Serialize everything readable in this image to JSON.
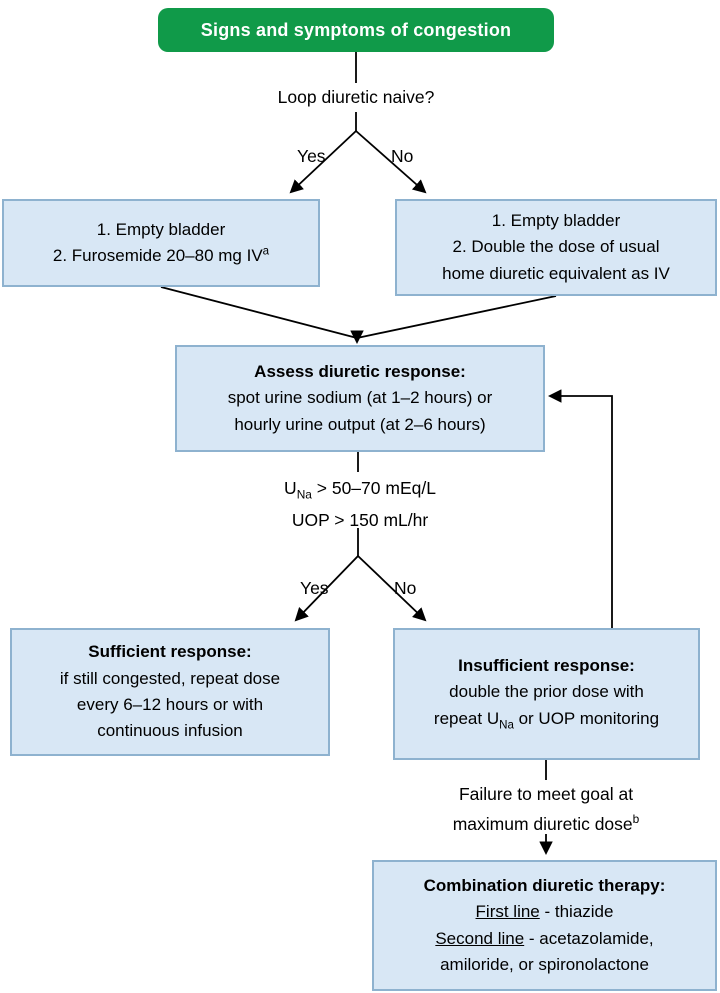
{
  "colors": {
    "green": "#109a49",
    "boxFill": "#d8e7f5",
    "boxBorder": "#8eb2cf",
    "line": "#000000"
  },
  "nodes": {
    "congestion": {
      "label": "Signs and symptoms of congestion"
    },
    "question_naive": {
      "label": "Loop diuretic naive?"
    },
    "branch_naive": {
      "yes": "Yes",
      "no": "No"
    },
    "naive_yes_box": {
      "line1": "1. Empty bladder",
      "line2": "2. Furosemide 20–80 mg IV",
      "line2_sup": "a"
    },
    "naive_no_box": {
      "line1": "1. Empty bladder",
      "line2": "2. Double the dose of usual",
      "line3": "home diuretic equivalent as IV"
    },
    "assess_box": {
      "title": "Assess diuretic response:",
      "line2": "spot urine sodium (at 1–2 hours) or",
      "line3": "hourly urine output (at 2–6 hours)"
    },
    "criteria": {
      "u": "U",
      "u_sub": "Na",
      "u_rest": " > 50–70 mEq/L",
      "line2": "UOP > 150 mL/hr"
    },
    "branch_response": {
      "yes": "Yes",
      "no": "No"
    },
    "sufficient_box": {
      "title": "Sufficient response:",
      "line2": "if still congested, repeat dose",
      "line3": "every 6–12 hours or with",
      "line4": "continuous infusion"
    },
    "insufficient_box": {
      "title": "Insufficient response:",
      "line2": "double the prior dose with",
      "line3_pre": "repeat U",
      "line3_sub": "Na",
      "line3_post": " or UOP monitoring"
    },
    "failure_label": {
      "line1": "Failure to meet goal at",
      "line2": "maximum diuretic dose",
      "line2_sup": "b"
    },
    "combo_box": {
      "title": "Combination diuretic therapy:",
      "first_line_label": "First line",
      "first_line_rest": " - thiazide",
      "second_line_label": "Second line",
      "second_line_rest": " - acetazolamide,",
      "line4": "amiloride, or spironolactone"
    }
  }
}
